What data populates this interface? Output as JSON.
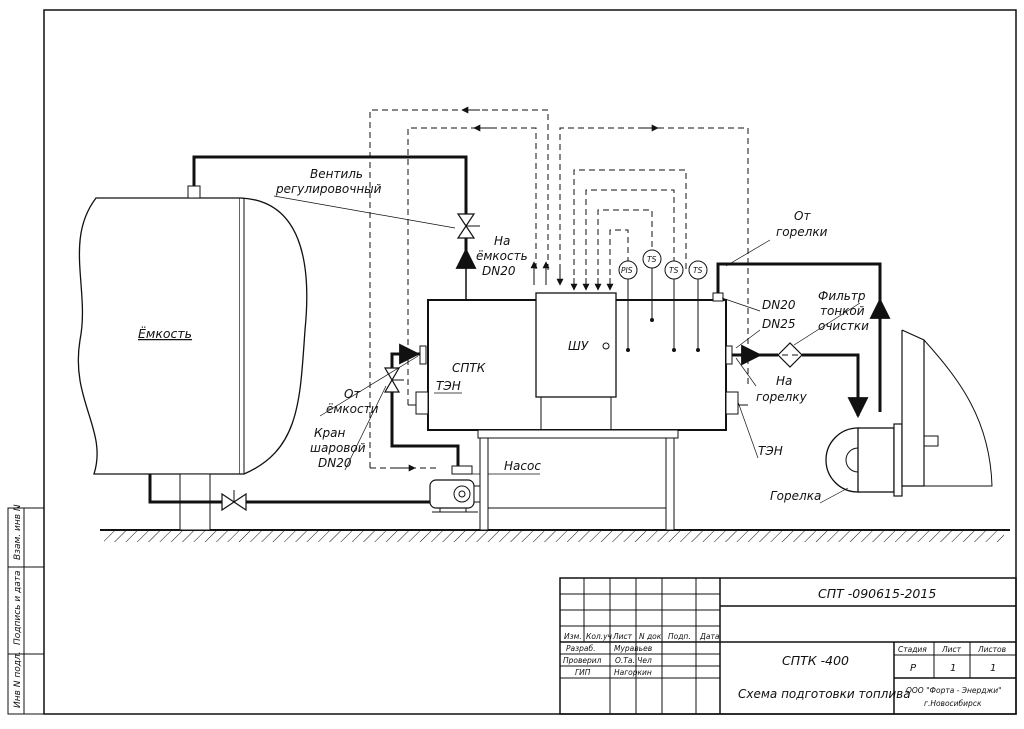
{
  "labels": {
    "tank": "Ёмкость",
    "valve_reg_1": "Вентиль",
    "valve_reg_2": "регулировочный",
    "to_tank_1": "На",
    "to_tank_2": "ёмкость",
    "to_tank_3": "DN20",
    "from_tank_1": "От",
    "from_tank_2": "ёмкости",
    "ball_valve_1": "Кран",
    "ball_valve_2": "шаровой",
    "ball_valve_3": "DN20",
    "sptk": "СПТК",
    "ten_left": "ТЭН",
    "ten_right": "ТЭН",
    "shu": "ШУ",
    "pump": "Насос",
    "from_burner_1": "От",
    "from_burner_2": "горелки",
    "dn20": "DN20",
    "dn25": "DN25",
    "filter_1": "Фильтр",
    "filter_2": "тонкой",
    "filter_3": "очистки",
    "to_burner_1": "На",
    "to_burner_2": "горелку",
    "burner": "Горелка"
  },
  "sensors": [
    {
      "tag": "PIS"
    },
    {
      "tag": "TS"
    },
    {
      "tag": "TS"
    },
    {
      "tag": "TS"
    }
  ],
  "side_stamp": {
    "cell1": "Взам. инв N",
    "cell2": "Подпись и дата",
    "cell3": "Инв N подл."
  },
  "title_block": {
    "doc_code": "СПТ -090615-2015",
    "headers": [
      "Изм.",
      "Кол.уч",
      "Лист",
      "N док.",
      "Подп.",
      "Дата"
    ],
    "roles": [
      {
        "role": "Разраб.",
        "name": "Муравьев"
      },
      {
        "role": "Проверил",
        "name": "О.Та. Чел"
      },
      {
        "role": "ГИП",
        "name": "Нагоркин"
      }
    ],
    "product": "СПТК -400",
    "drawing_title": "Схема подготовки топлива",
    "stage_header": "Стадия",
    "sheet_header": "Лист",
    "sheets_header": "Листов",
    "stage": "Р",
    "sheet": "1",
    "sheets": "1",
    "company_1": "ООО \"Форта - Энерджи\"",
    "company_2": "г.Новосибирск"
  }
}
